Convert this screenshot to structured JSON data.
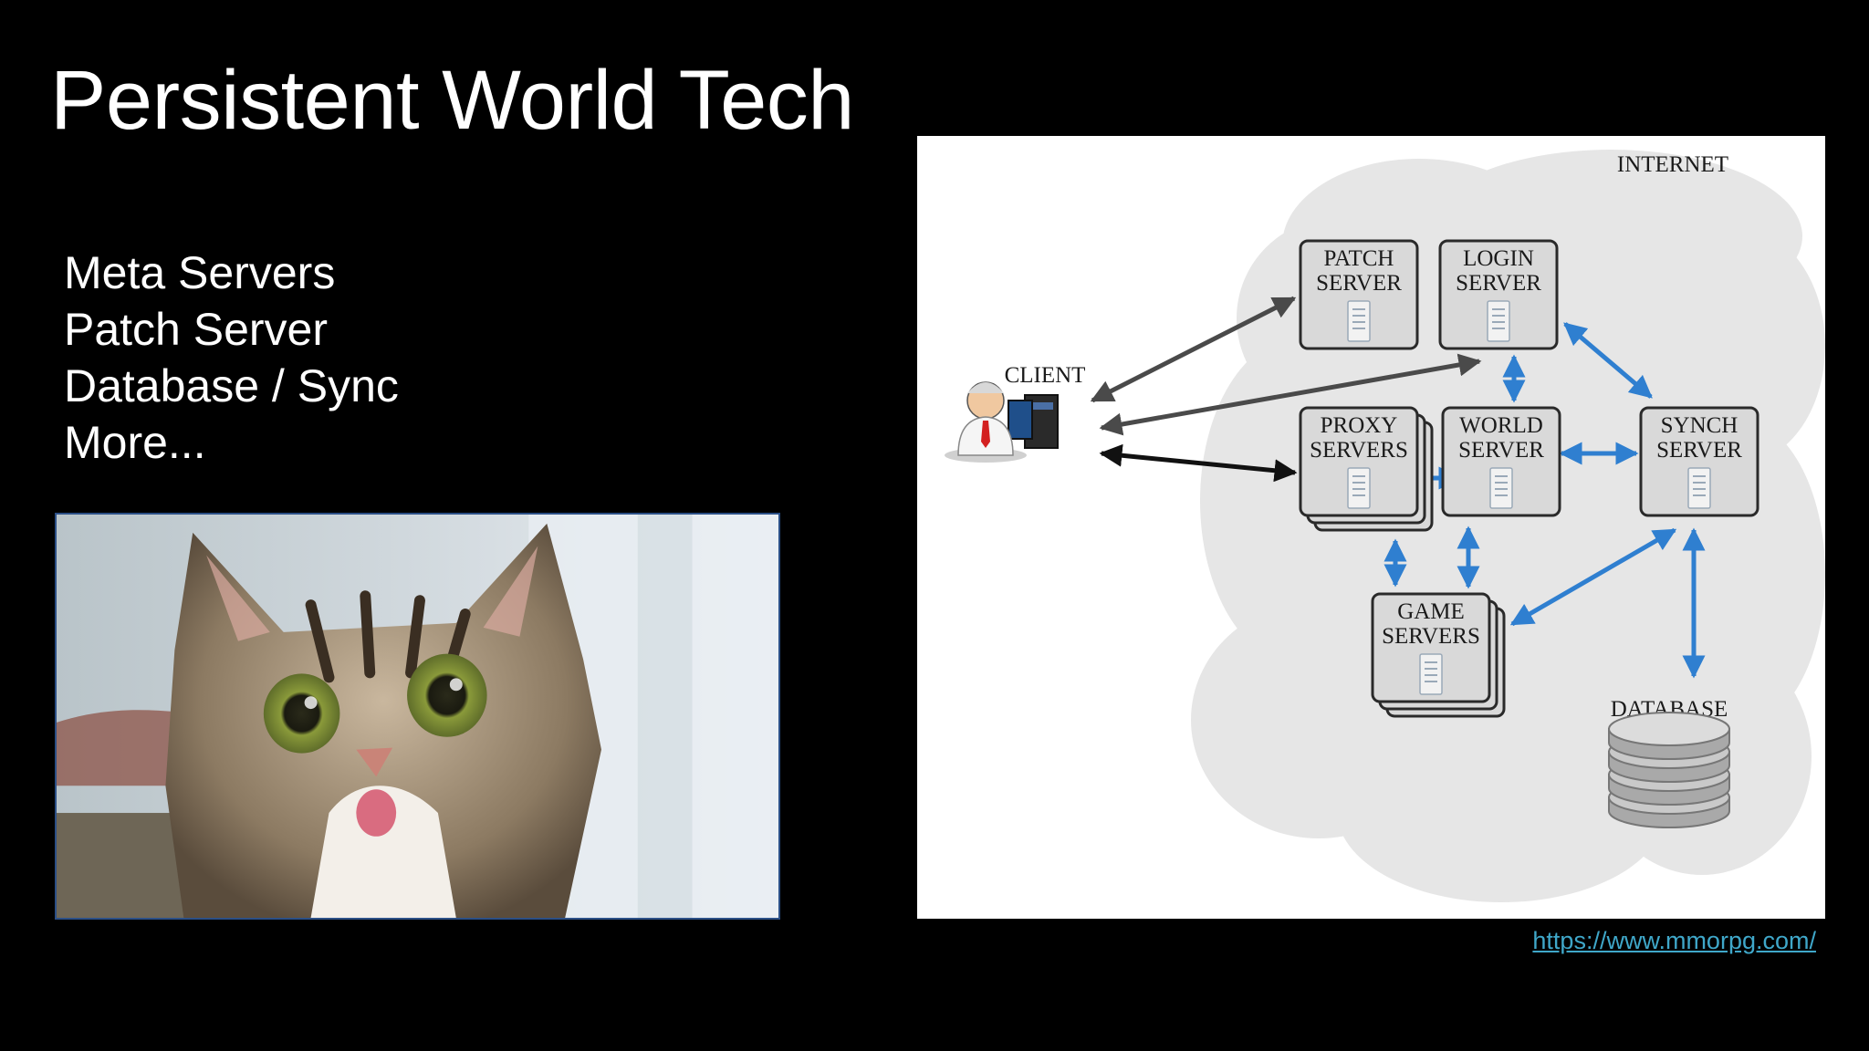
{
  "slide": {
    "title": "Persistent World Tech",
    "bullets": [
      "Meta Servers",
      "Patch Server",
      "Database / Sync",
      "More..."
    ],
    "link": "https://www.mmorpg.com/"
  },
  "diagram": {
    "internet": "INTERNET",
    "client": "CLIENT",
    "nodes": {
      "patch": [
        "PATCH",
        "SERVER"
      ],
      "login": [
        "LOGIN",
        "SERVER"
      ],
      "proxy": [
        "PROXY",
        "SERVERS"
      ],
      "world": [
        "WORLD",
        "SERVER"
      ],
      "synch": [
        "SYNCH",
        "SERVER"
      ],
      "game": [
        "GAME",
        "SERVERS"
      ],
      "database": "DATABASE"
    }
  },
  "colors": {
    "background": "#000000",
    "text": "#ffffff",
    "link": "#3fa7c9",
    "arrow_blue": "#2f7fd0",
    "arrow_dark": "#4a4a4a",
    "cloud": "#e6e6e6",
    "node_fill": "#d9d9d9"
  }
}
